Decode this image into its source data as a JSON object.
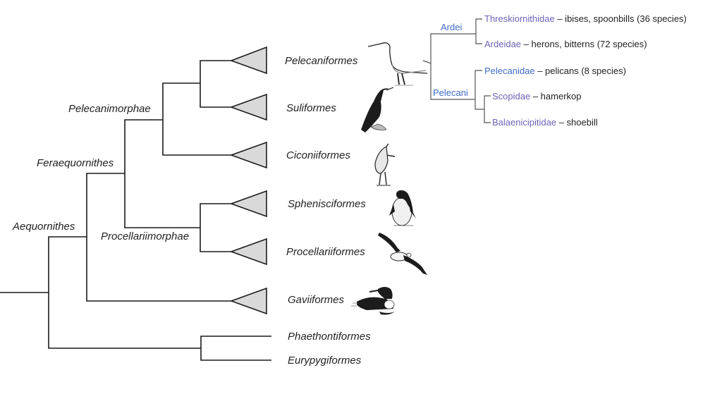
{
  "diagram": {
    "title": "Aequornithes phylogeny",
    "colors": {
      "branch": "#1a1a1a",
      "collapsed_clade_fill": "#d9d9d9",
      "suborder_blue": "#3f6cc6",
      "family_purple": "#6d63b8"
    },
    "internal_nodes": {
      "aequornithes": "Aequornithes",
      "feraequornithes": "Feraequornithes",
      "pelecanimorphae": "Pelecanimorphae",
      "procellariimorphae": "Procellariimorphae"
    },
    "orders": [
      {
        "name": "Pelecaniformes",
        "collapsed": true,
        "illustration": "egret-illustration"
      },
      {
        "name": "Suliformes",
        "collapsed": true,
        "illustration": "cormorant-illustration"
      },
      {
        "name": "Ciconiiformes",
        "collapsed": true,
        "illustration": "stork-illustration"
      },
      {
        "name": "Sphenisciformes",
        "collapsed": true,
        "illustration": "penguin-illustration"
      },
      {
        "name": "Procellariiformes",
        "collapsed": true,
        "illustration": "albatross-illustration"
      },
      {
        "name": "Gaviiformes",
        "collapsed": true,
        "illustration": "loon-illustration"
      },
      {
        "name": "Phaethontiformes",
        "collapsed": false
      },
      {
        "name": "Eurypygiformes",
        "collapsed": false
      }
    ],
    "pelecaniformes_detail": {
      "suborders": [
        {
          "name": "Ardei",
          "families": [
            {
              "name": "Threskiornithidae",
              "desc": "– ibises, spoonbills (36 species)"
            },
            {
              "name": "Ardeidae",
              "desc": "– herons, bitterns (72 species)"
            }
          ]
        },
        {
          "name": "Pelecani",
          "families": [
            {
              "name": "Pelecanidae",
              "desc": "– pelicans (8 species)"
            },
            {
              "name": "Scopidae",
              "desc": "– hamerkop"
            },
            {
              "name": "Balaenicipitidae",
              "desc": "– shoebill"
            }
          ]
        }
      ]
    }
  }
}
